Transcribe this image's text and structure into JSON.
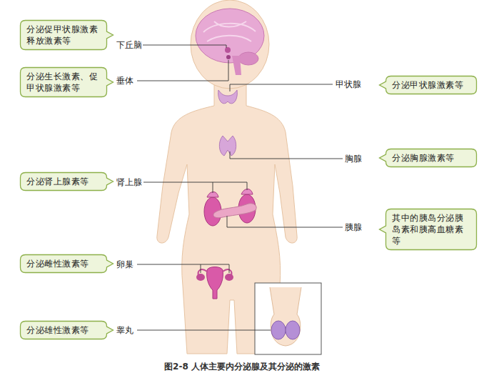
{
  "diagram": {
    "caption": "图2-8 人体主要内分泌腺及其分泌的激素",
    "nodes": [
      {
        "text": [
          "分泌促甲状腺激素释放激素等"
        ]
      },
      {
        "text": [
          "分泌生长激素、促甲状腺激素等"
        ]
      },
      {
        "text": [
          "分泌甲状腺激素等"
        ]
      },
      {
        "text": [
          "分泌胸腺激素等"
        ]
      },
      {
        "text": [
          "分泌肾上腺素等"
        ]
      },
      {
        "text": [
          "其中的胰岛分泌胰岛素和胰高血糖素等"
        ]
      },
      {
        "text": [
          "分泌雌性激素等"
        ]
      },
      {
        "text": [
          "分泌雄性激素等"
        ]
      }
    ],
    "labels": [
      "下丘脑",
      "垂体",
      "甲状腺",
      "胸腺",
      "肾上腺",
      "胰腺",
      "卵巢",
      "睾丸"
    ]
  }
}
